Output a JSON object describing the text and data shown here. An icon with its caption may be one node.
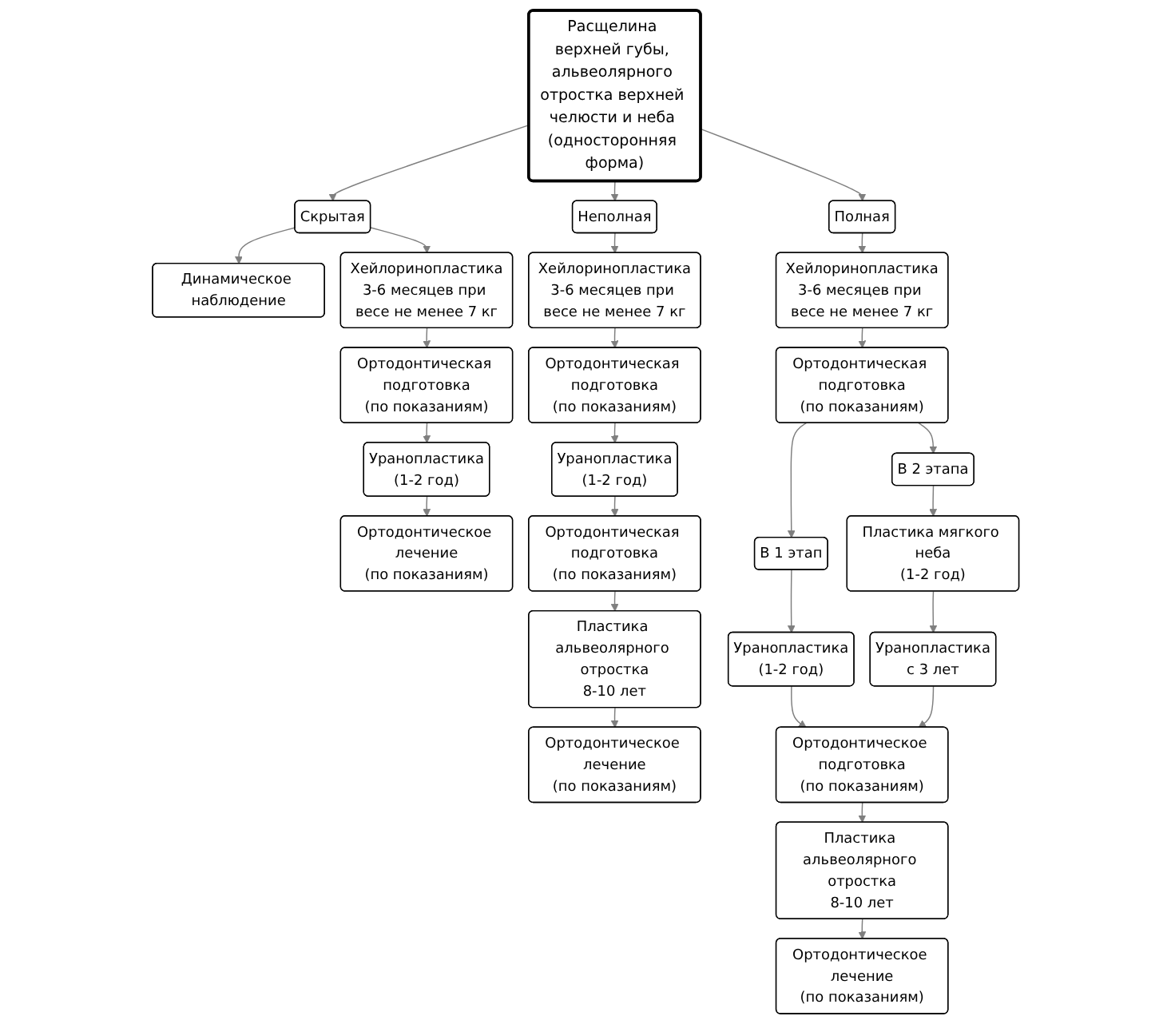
{
  "diagram": {
    "nodes": [
      {
        "text": [
          "Расщелина верхней губы, альвеолярного отростка верхней челюсти и неба (односторонняя форма)"
        ]
      },
      {
        "text": [
          "Скрытая"
        ]
      },
      {
        "text": [
          "Динамическое наблюдение"
        ]
      },
      {
        "text": [
          "Хейлоринопластика",
          "3-6 месяцев при весе не менее 7 кг"
        ]
      },
      {
        "text": [
          "Ортодонтическая подготовка",
          "(по показаниям)"
        ]
      },
      {
        "text": [
          "Уранопластика",
          "(1-2 год)"
        ]
      },
      {
        "text": [
          "Ортодонтическое лечение",
          "(по показаниям)"
        ]
      },
      {
        "text": [
          "Неполная"
        ]
      },
      {
        "text": [
          "Хейлоринопластика",
          "3-6 месяцев при весе не менее 7 кг"
        ]
      },
      {
        "text": [
          "Ортодонтическая подготовка",
          "(по показаниям)"
        ]
      },
      {
        "text": [
          "Уранопластика",
          "(1-2 год)"
        ]
      },
      {
        "text": [
          "Ортодонтическая подготовка",
          "(по показаниям)"
        ]
      },
      {
        "text": [
          "Пластика альвеолярного отростка",
          "8-10 лет"
        ]
      },
      {
        "text": [
          "Ортодонтическое лечение",
          "(по показаниям)"
        ]
      },
      {
        "text": [
          "Полная"
        ]
      },
      {
        "text": [
          "Хейлоринопластика",
          "3-6 месяцев при весе не менее 7 кг"
        ]
      },
      {
        "text": [
          "Ортодонтическая подготовка",
          "(по показаниям)"
        ]
      },
      {
        "text": [
          "В 1 этап"
        ]
      },
      {
        "text": [
          "В 2 этапа"
        ]
      },
      {
        "text": [
          "Пластика мягкого неба",
          "(1-2 год)"
        ]
      },
      {
        "text": [
          "Уранопластика",
          "(1-2 год)"
        ]
      },
      {
        "text": [
          "Уранопластика",
          "с 3 лет"
        ]
      },
      {
        "text": [
          "Ортодонтическое подготовка",
          "(по показаниям)"
        ]
      },
      {
        "text": [
          "Пластика альвеолярного отростка",
          "8-10 лет"
        ]
      },
      {
        "text": [
          "Ортодонтическое лечение",
          "(по показаниям)"
        ]
      }
    ],
    "edges": [
      {
        "from": 0,
        "to": 1,
        "arrow": "to"
      },
      {
        "from": 0,
        "to": 7,
        "arrow": "to"
      },
      {
        "from": 0,
        "to": 14,
        "arrow": "to"
      },
      {
        "from": 1,
        "to": 2,
        "arrow": "to"
      },
      {
        "from": 1,
        "to": 3,
        "arrow": "to"
      },
      {
        "from": 3,
        "to": 4,
        "arrow": "to"
      },
      {
        "from": 4,
        "to": 5,
        "arrow": "to"
      },
      {
        "from": 5,
        "to": 6,
        "arrow": "to"
      },
      {
        "from": 7,
        "to": 8,
        "arrow": "to"
      },
      {
        "from": 8,
        "to": 9,
        "arrow": "to"
      },
      {
        "from": 9,
        "to": 10,
        "arrow": "to"
      },
      {
        "from": 10,
        "to": 11,
        "arrow": "to"
      },
      {
        "from": 11,
        "to": 12,
        "arrow": "to"
      },
      {
        "from": 12,
        "to": 13,
        "arrow": "to"
      },
      {
        "from": 14,
        "to": 15,
        "arrow": "to"
      },
      {
        "from": 15,
        "to": 16,
        "arrow": "to"
      },
      {
        "from": 16,
        "to": 17,
        "arrow": "to"
      },
      {
        "from": 16,
        "to": 18,
        "arrow": "to"
      },
      {
        "from": 17,
        "to": 20,
        "arrow": "to"
      },
      {
        "from": 18,
        "to": 19,
        "arrow": "to"
      },
      {
        "from": 19,
        "to": 21,
        "arrow": "to"
      },
      {
        "from": 20,
        "to": 22,
        "arrow": "to"
      },
      {
        "from": 21,
        "to": 22,
        "arrow": "to"
      },
      {
        "from": 22,
        "to": 23,
        "arrow": "to"
      },
      {
        "from": 23,
        "to": 24,
        "arrow": "to"
      }
    ]
  }
}
